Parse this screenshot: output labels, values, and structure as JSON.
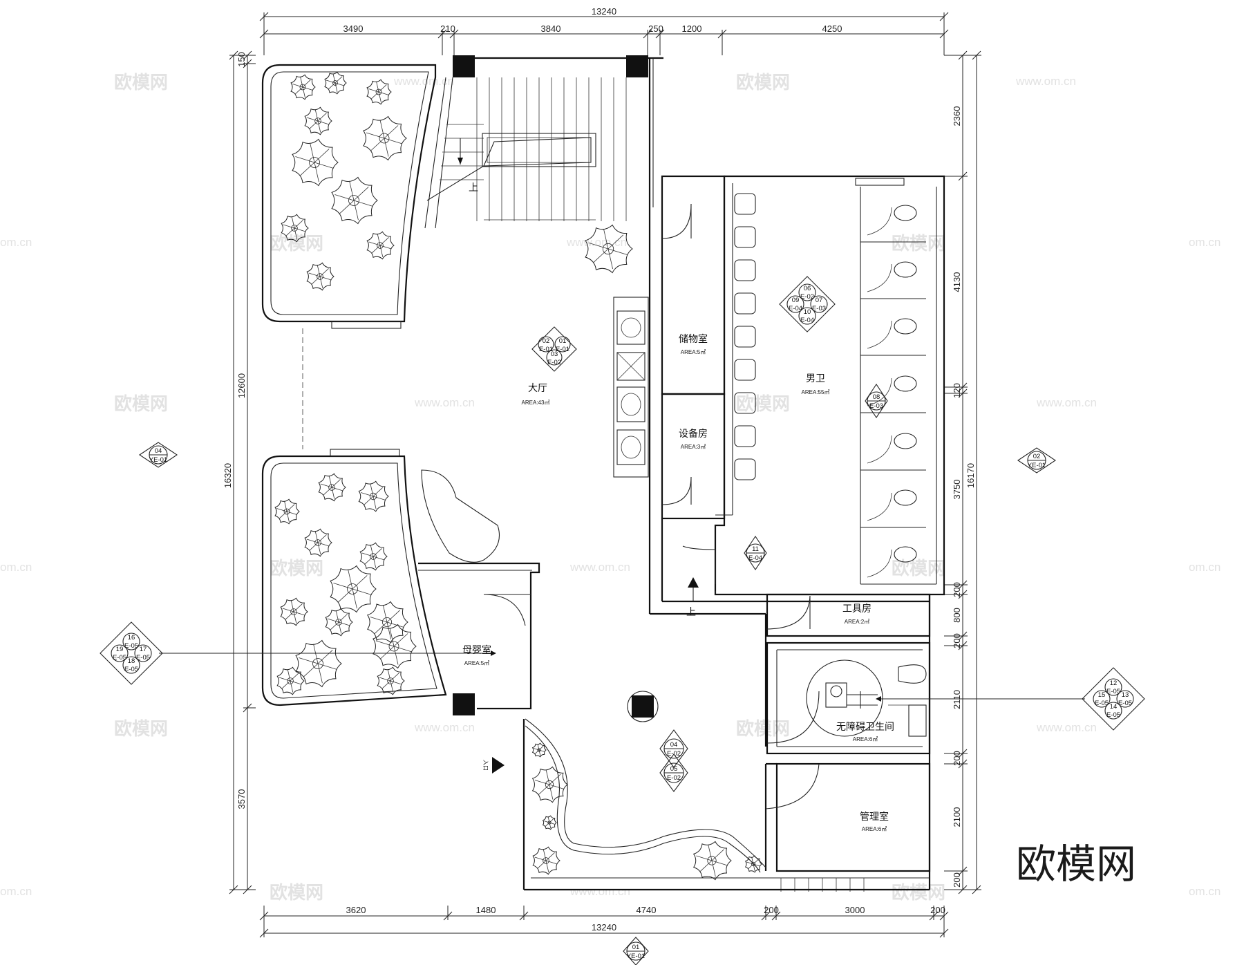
{
  "watermark": {
    "brand": "欧模网",
    "url": "www.om.cn",
    "url_short": "om.cn"
  },
  "dims": {
    "top_total": "13240",
    "top_segments": [
      "3490",
      "210",
      "3840",
      "250",
      "1200",
      "4250"
    ],
    "bottom_segments": [
      "3620",
      "1480",
      "4740",
      "200",
      "3000",
      "200"
    ],
    "bottom_total": "13240",
    "left_outer": "16320",
    "left_inner": [
      "150",
      "12600",
      "3570"
    ],
    "right_outer": "16170",
    "right_inner": [
      "2360",
      "4130",
      "120",
      "3750",
      "200",
      "800",
      "200",
      "2110",
      "200",
      "2100",
      "200"
    ]
  },
  "rooms": {
    "lobby": {
      "name": "大厅",
      "area": "AREA:43㎡"
    },
    "storage": {
      "name": "储物室",
      "area": "AREA:5㎡"
    },
    "equipment": {
      "name": "设备房",
      "area": "AREA:3㎡"
    },
    "mens": {
      "name": "男卫",
      "area": "AREA:55㎡"
    },
    "tool": {
      "name": "工具房",
      "area": "AREA:2㎡"
    },
    "accessible": {
      "name": "无障碍卫生间",
      "area": "AREA:6㎡"
    },
    "management": {
      "name": "管理室",
      "area": "AREA:6㎡"
    },
    "nursery": {
      "name": "母婴室",
      "area": "AREA:5㎡"
    }
  },
  "labels": {
    "up": "上",
    "in": "入口"
  },
  "elev_tags": {
    "lobby": {
      "t": "02",
      "r": "01",
      "b": "03",
      "tl": "E-01",
      "tr": "E-01",
      "bl": "E-02"
    },
    "mens": {
      "t": "06",
      "tl": "09",
      "tr": "07",
      "b": "10",
      "l": "E-04",
      "r": "E-03",
      "top": "E-02",
      "bot": "E-04"
    },
    "urinal": {
      "n": "08",
      "s": "E-03"
    },
    "mens_bottom": {
      "n": "11",
      "s": "E-04"
    },
    "lobby_south_a": {
      "n": "04",
      "s": "E-02"
    },
    "lobby_south_b": {
      "n": "05",
      "s": "E-02"
    },
    "west": {
      "n": "04",
      "s": "YE-01"
    },
    "east": {
      "n": "02",
      "s": "YE-01"
    },
    "south": {
      "n": "01",
      "s": "YE-01"
    },
    "west_big": {
      "t": "16",
      "l": "19",
      "r": "17",
      "b": "18",
      "c": "E-05"
    },
    "east_big": {
      "t": "12",
      "l": "15",
      "r": "13",
      "b": "14",
      "c": "E-05"
    }
  }
}
